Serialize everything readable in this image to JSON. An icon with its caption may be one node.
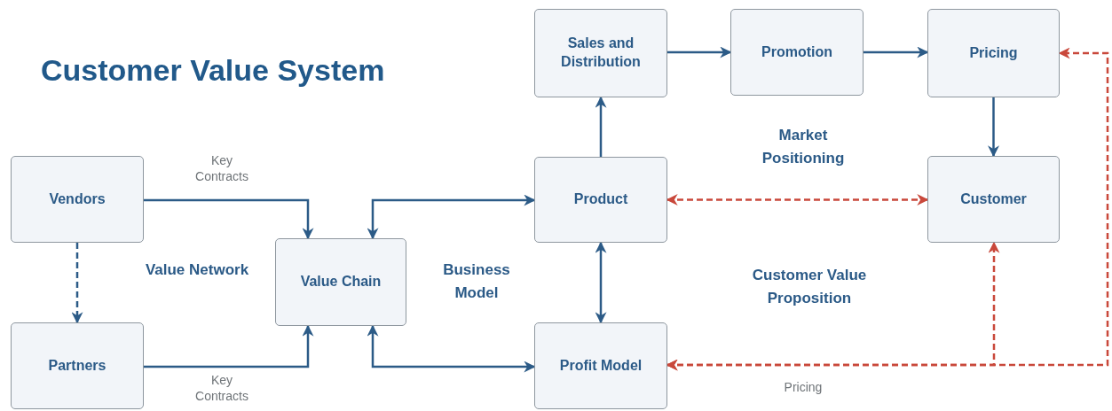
{
  "diagram": {
    "title": "Customer Value System",
    "nodes": [
      {
        "text": [
          "Vendors"
        ]
      },
      {
        "text": [
          "Partners"
        ]
      },
      {
        "text": [
          "Value Chain"
        ]
      },
      {
        "text": [
          "Sales and Distribution"
        ]
      },
      {
        "text": [
          "Promotion"
        ]
      },
      {
        "text": [
          "Pricing"
        ]
      },
      {
        "text": [
          "Product"
        ]
      },
      {
        "text": [
          "Customer"
        ]
      },
      {
        "text": [
          "Profit Model"
        ]
      }
    ],
    "edges": [
      {
        "from": 0,
        "to": 2,
        "arrow": "to",
        "label": "Key Contracts"
      },
      {
        "from": 0,
        "to": 1,
        "arrow": "to",
        "style": "dashed"
      },
      {
        "from": 1,
        "to": 2,
        "arrow": "to",
        "label": "Key Contracts"
      },
      {
        "from": 2,
        "to": 6,
        "arrow": "both"
      },
      {
        "from": 2,
        "to": 8,
        "arrow": "both"
      },
      {
        "from": 6,
        "to": 3,
        "arrow": "to"
      },
      {
        "from": 3,
        "to": 4,
        "arrow": "to"
      },
      {
        "from": 4,
        "to": 5,
        "arrow": "to"
      },
      {
        "from": 5,
        "to": 7,
        "arrow": "to"
      },
      {
        "from": 6,
        "to": 8,
        "arrow": "both"
      },
      {
        "from": 6,
        "to": 7,
        "arrow": "both",
        "style": "dashed",
        "color": "#c9483b"
      },
      {
        "from": 8,
        "to": 7,
        "arrow": "both",
        "style": "dashed",
        "color": "#c9483b",
        "label": "Pricing"
      },
      {
        "from": 8,
        "to": 5,
        "arrow": "both",
        "style": "dashed",
        "color": "#c9483b"
      }
    ],
    "labels": [
      "Value Network",
      "Business Model",
      "Market Positioning",
      "Customer Value Proposition"
    ]
  }
}
